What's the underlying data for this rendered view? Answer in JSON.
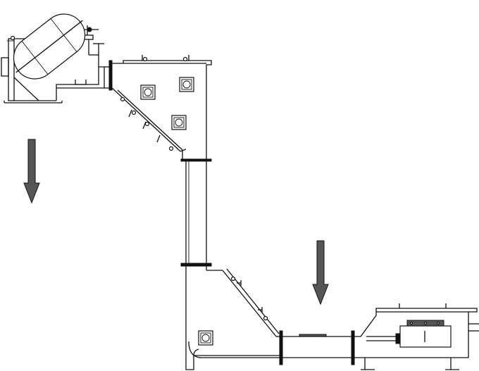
{
  "diagram": {
    "colors": {
      "line": "#111111",
      "background": "#ffffff",
      "arrow_fill": "#555555"
    },
    "components": [
      {
        "id": "hopper-tank-icon"
      },
      {
        "id": "upper-turn-housing"
      },
      {
        "id": "vertical-riser-tube"
      },
      {
        "id": "lower-turn-housing"
      },
      {
        "id": "bottom-drive-unit"
      },
      {
        "id": "flow-arrow-left"
      },
      {
        "id": "flow-arrow-center"
      }
    ]
  }
}
